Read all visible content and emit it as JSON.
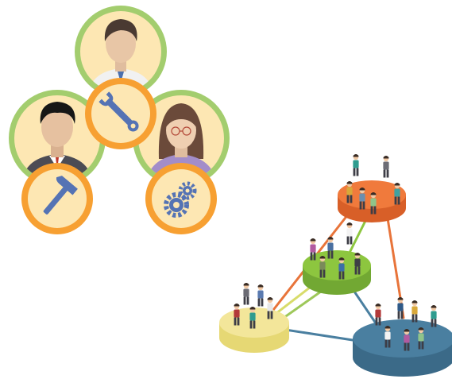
{
  "illustration": {
    "top_left_group": {
      "members": [
        {
          "role": "top",
          "tool": "wrench-icon"
        },
        {
          "role": "left",
          "tool": "hammer-icon"
        },
        {
          "role": "right",
          "tool": "gears-icon"
        }
      ]
    },
    "network": {
      "nodes": [
        {
          "id": "orange",
          "color": "#f07a3c"
        },
        {
          "id": "green",
          "color": "#8dc63f"
        },
        {
          "id": "yellow",
          "color": "#f3e69a"
        },
        {
          "id": "blue",
          "color": "#4a7fa0"
        }
      ],
      "links": [
        {
          "from": "orange",
          "to": "green",
          "color": "#8dc63f"
        },
        {
          "from": "orange",
          "to": "yellow",
          "color": "#e8743a"
        },
        {
          "from": "orange",
          "to": "blue",
          "color": "#e8743a"
        },
        {
          "from": "green",
          "to": "yellow",
          "color": "#d8dc6a"
        },
        {
          "from": "green",
          "to": "blue",
          "color": "#4a7fa0"
        },
        {
          "from": "yellow",
          "to": "blue",
          "color": "#4a7fa0"
        }
      ]
    },
    "colors": {
      "ring_green": "#a3cd6e",
      "face_bg": "#fde7b3",
      "tool_ring": "#f7a032",
      "tool_blue": "#5573b4"
    }
  }
}
